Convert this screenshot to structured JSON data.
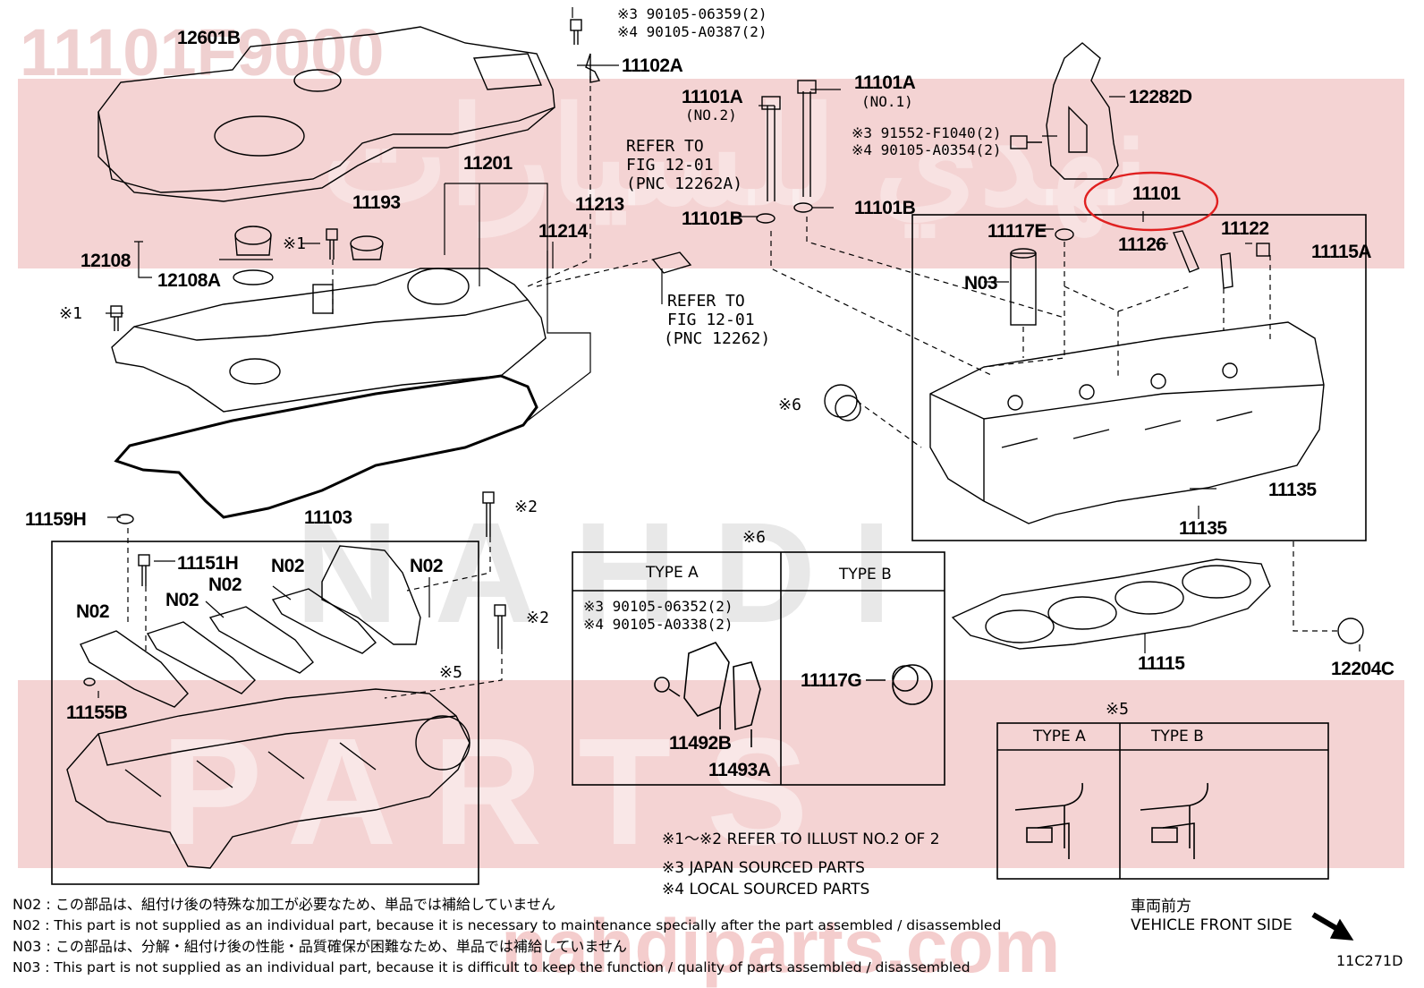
{
  "header": {
    "part_number": "11101F9000"
  },
  "watermark": {
    "brand_ar": "نهدي للسيارات",
    "brand_en_1": "NAHDI",
    "brand_en_2": "PARTS",
    "site": "nahdiparts.com",
    "band_color": "#e49696"
  },
  "callouts": {
    "c12601B": "12601B",
    "c11102A": "11102A",
    "c_note3a": "※3 90105-06359(2)",
    "c_note4a": "※4 90105-A0387(2)",
    "c11101A_no2": "11101A",
    "c11101A_no2_sub": "(NO.2)",
    "c11101A_no1": "11101A",
    "c11101A_no1_sub": "(NO.1)",
    "c12282D": "12282D",
    "c_note3b": "※3 91552-F1040(2)",
    "c_note4b": "※4 90105-A0354(2)",
    "c_refer1": "REFER TO",
    "c_refer1b": "FIG 12-01",
    "c_refer1c": "(PNC 12262A)",
    "c11201": "11201",
    "c11213": "11213",
    "c11193": "11193",
    "c11214": "11214",
    "c11101B_l": "11101B",
    "c11101B_r": "11101B",
    "c11101": "11101",
    "c11117E": "11117E",
    "c11126": "11126",
    "c11122": "11122",
    "c11115A": "11115A",
    "c12108": "12108",
    "c12108A": "12108A",
    "c_x1a": "※1",
    "c_x1b": "※1",
    "c_refer2": "REFER TO",
    "c_refer2b": "FIG 12-01",
    "c_refer2c": "(PNC 12262)",
    "cN03": "N03",
    "c_x6": "※6",
    "c11135a": "11135",
    "c11135b": "11135",
    "c11159H": "11159H",
    "c11103": "11103",
    "c_x2a": "※2",
    "c_x2b": "※2",
    "c11151H": "11151H",
    "cN02a": "N02",
    "cN02b": "N02",
    "cN02c": "N02",
    "cN02d": "N02",
    "cN02e": "N02",
    "c11155B": "11155B",
    "c_x5": "※5",
    "c11115": "11115",
    "c12204C": "12204C",
    "c_x6title": "※6",
    "c_x5title": "※5"
  },
  "table6": {
    "col_a": "TYPE A",
    "col_b": "TYPE B",
    "note3": "※3 90105-06352(2)",
    "note4": "※4 90105-A0338(2)",
    "p11492B": "11492B",
    "p11493A": "11493A",
    "p11117G": "11117G"
  },
  "table5": {
    "col_a": "TYPE A",
    "col_b": "TYPE B"
  },
  "legend": {
    "l1": "※1～※2  REFER TO ILLUST NO.2 OF 2",
    "l2": "※3 JAPAN SOURCED PARTS",
    "l3": "※4 LOCAL SOURCED PARTS"
  },
  "direction": {
    "jp": "車両前方",
    "en": "VEHICLE FRONT SIDE"
  },
  "footnotes": {
    "f1": "N02 : この部品は、組付け後の特殊な加工が必要なため、単品では補給していません",
    "f2": "N02 : This part is not supplied as an individual part, because it is necessary to maintenance specially after the part assembled / disassembled",
    "f3": "N03 : この部品は、分解・組付け後の性能・品質確保が困難なため、単品では補給していません",
    "f4": "N03 : This part is not supplied as an individual part, because it is difficult to keep the function / quality of parts  assembled / disassembled"
  },
  "illustration_code": "11C271D",
  "highlight_color": "#e02020"
}
